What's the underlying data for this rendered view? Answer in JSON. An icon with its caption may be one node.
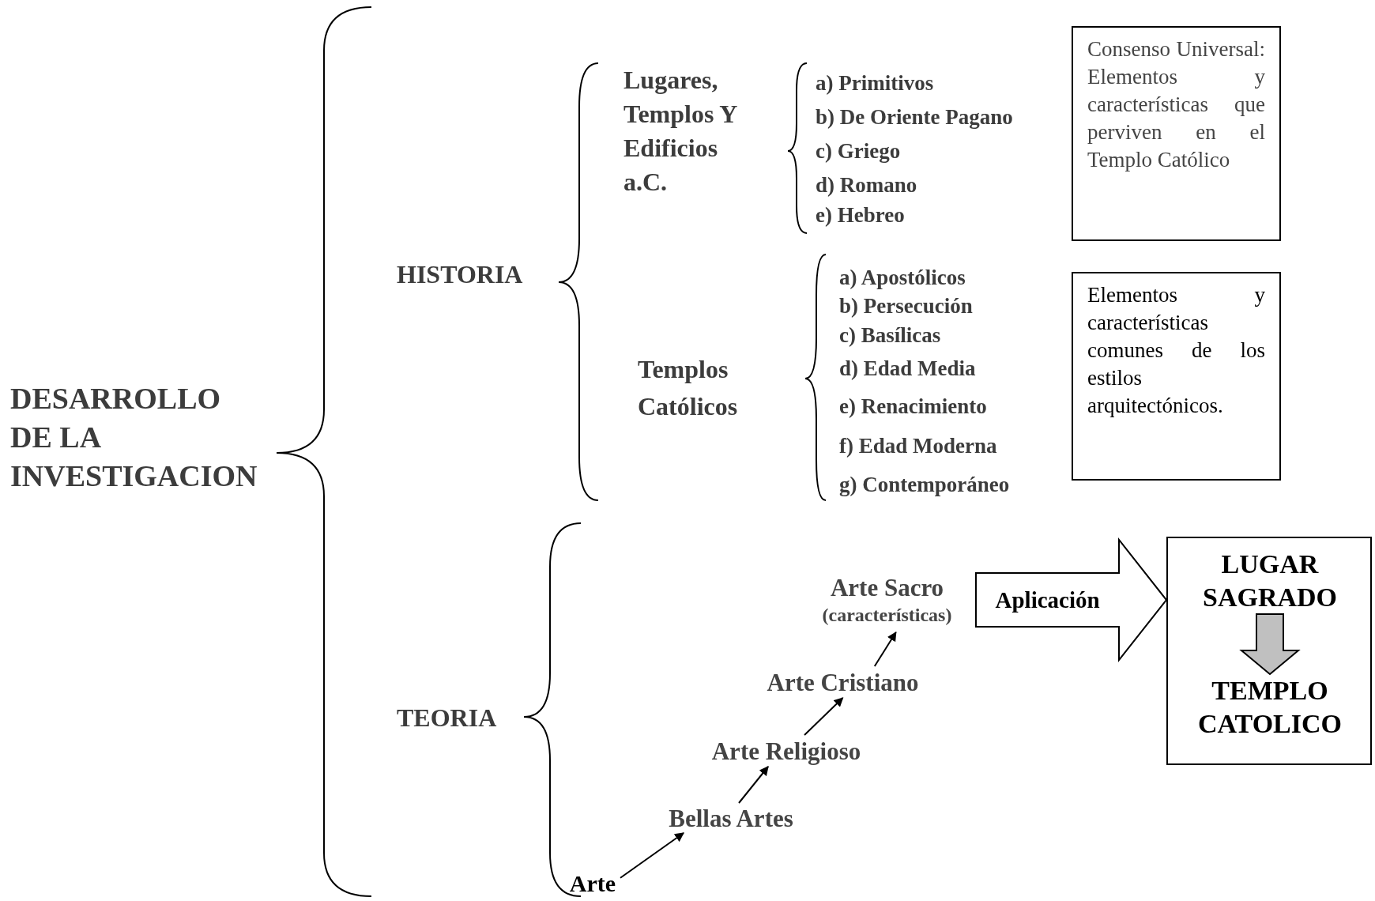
{
  "diagram": {
    "nodes": [
      {
        "text": [
          "Consenso Universal: Elementos y características que perviven en el Templo Católico"
        ]
      },
      {
        "text": [
          "Elementos y características comunes de los estilos arquitectónicos."
        ]
      },
      {
        "text": [
          "Arte"
        ]
      },
      {
        "text": [
          "Bellas Artes"
        ]
      },
      {
        "text": [
          "Arte Religioso"
        ]
      },
      {
        "text": [
          "Arte Cristiano"
        ]
      },
      {
        "text": [
          "Arte Sacro",
          "(características)"
        ]
      },
      {
        "text": [],
        "shape": "box"
      },
      {
        "text": [
          "LUGAR SAGRADO"
        ],
        "in": 7
      },
      {
        "text": [
          "TEMPLO CATOLICO"
        ],
        "in": 7
      }
    ],
    "edges": [
      {
        "from": 2,
        "to": 3,
        "arrow": "to"
      },
      {
        "from": 3,
        "to": 4,
        "arrow": "to"
      },
      {
        "from": 4,
        "to": 5,
        "arrow": "to"
      },
      {
        "from": 5,
        "to": 6,
        "arrow": "to"
      },
      {
        "from": 6,
        "to": 7,
        "arrow": "to",
        "label": "Aplicación",
        "style": "thick"
      },
      {
        "from": 8,
        "to": 9,
        "arrow": "to",
        "style": "thick",
        "color": "#c0c0c0"
      }
    ],
    "labels": [
      "DESARROLLO DE LA INVESTIGACION",
      "HISTORIA",
      "Lugares, Templos Y Edificios a.C.",
      "a) Primitivos",
      "b) De Oriente Pagano",
      "c) Griego",
      "d) Romano",
      "e) Hebreo",
      "Templos Católicos",
      "a) Apostólicos",
      "b) Persecución",
      "c) Basílicas",
      "d) Edad Media",
      "e) Renacimiento",
      "f) Edad Moderna",
      "g) Contemporáneo",
      "TEORIA"
    ]
  }
}
